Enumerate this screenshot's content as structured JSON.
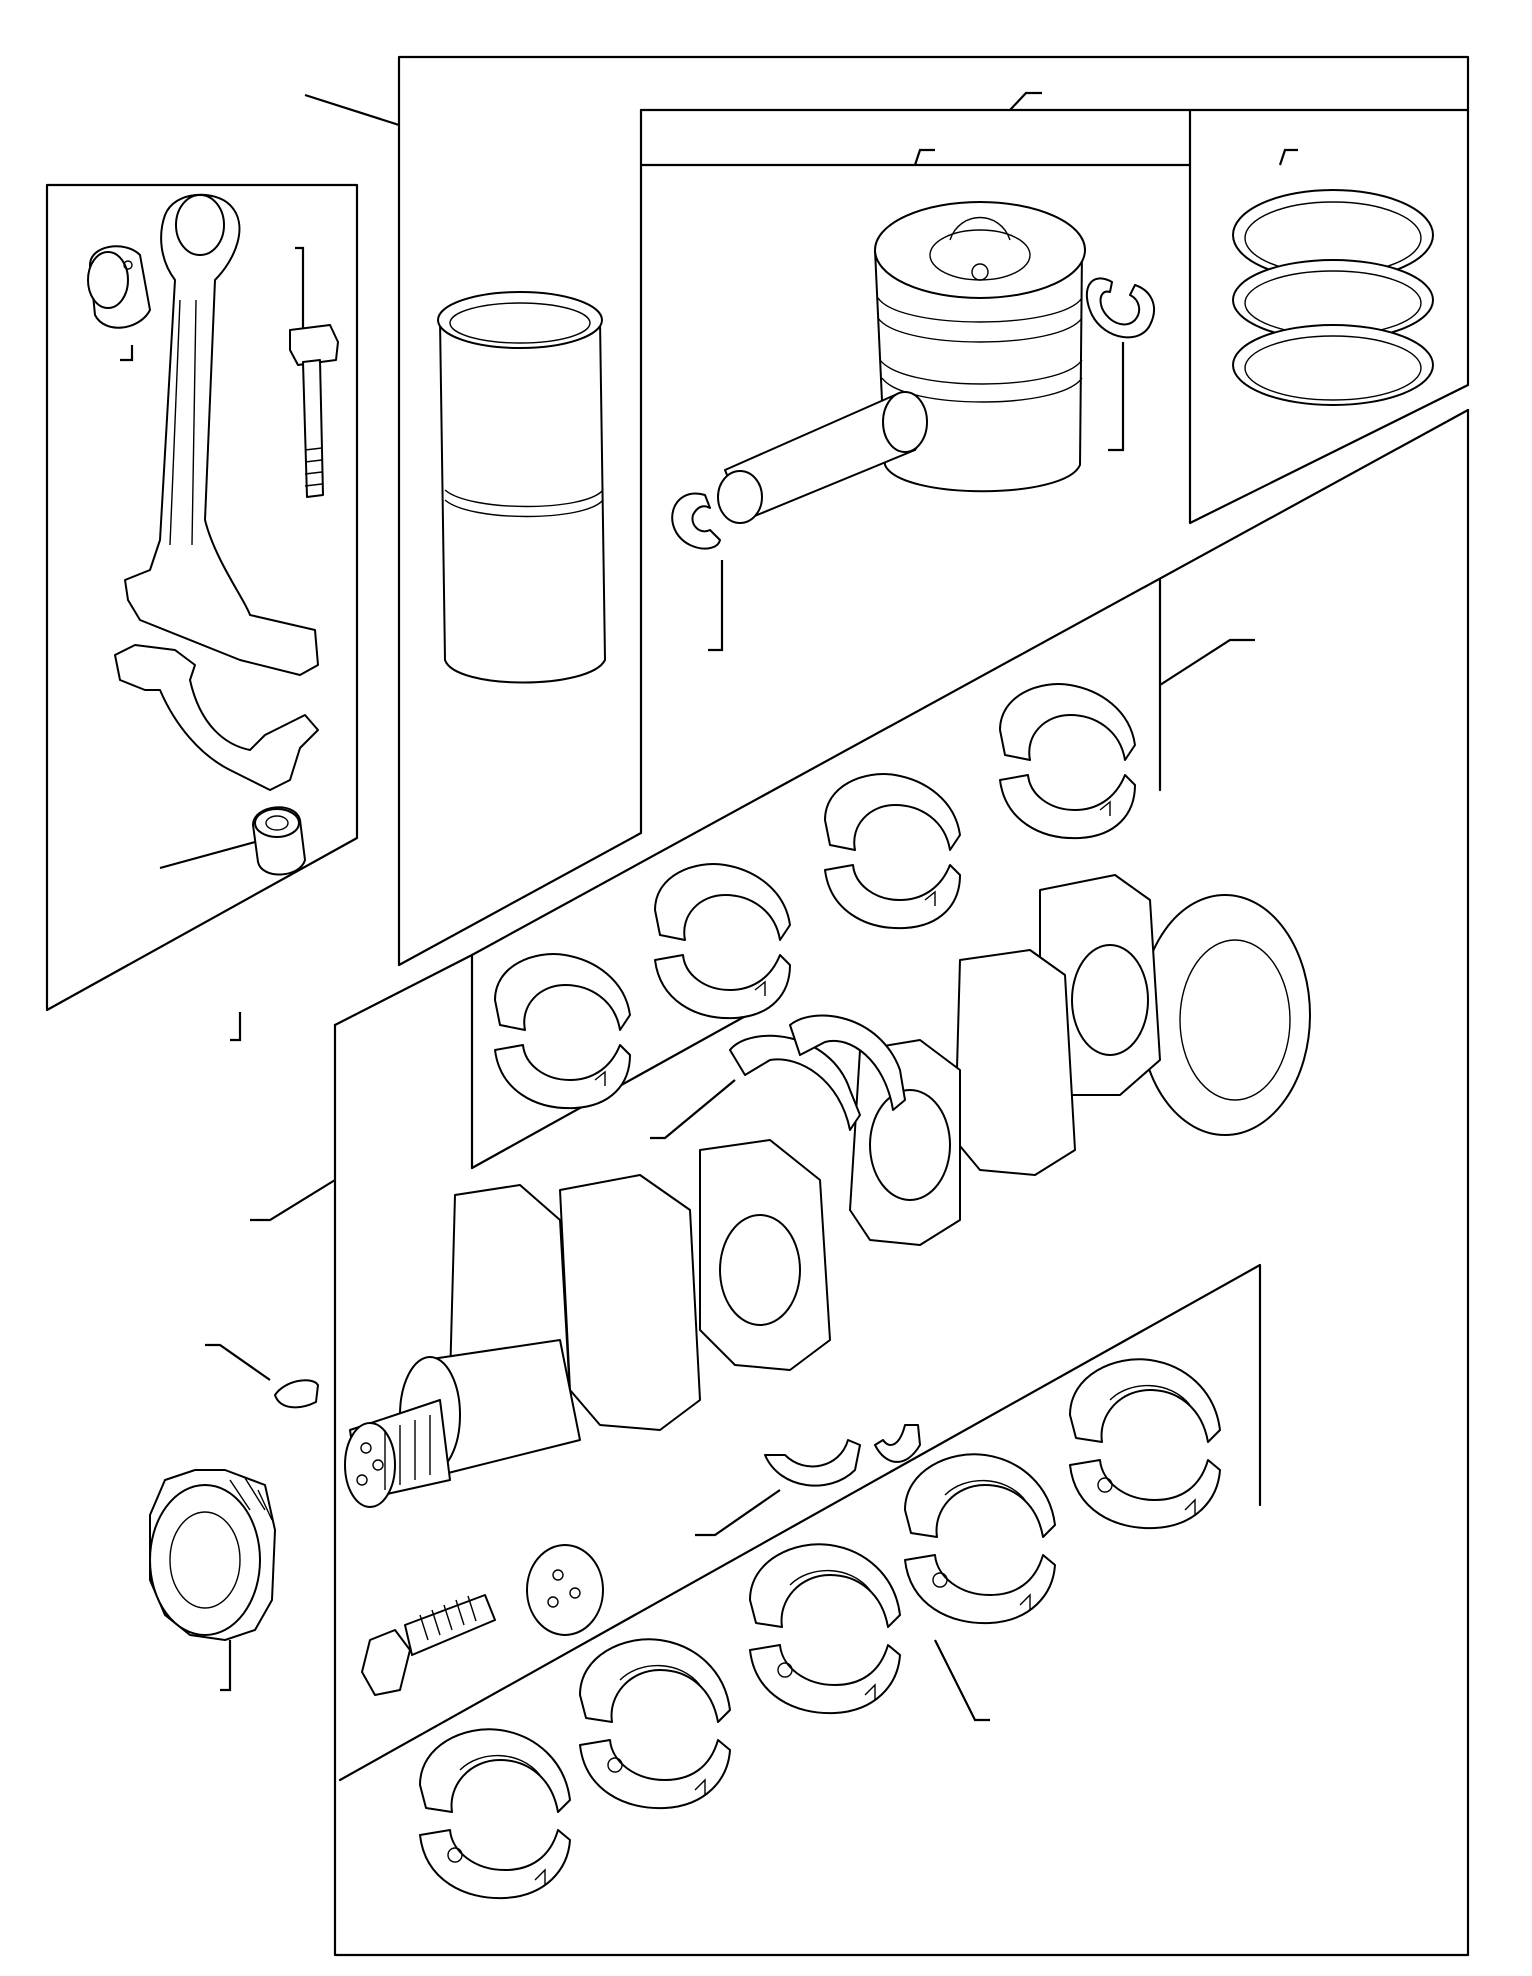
{
  "diagram": {
    "style": "exploded parts drawing (engine crankshaft, connecting rod, piston, liner and bearings)",
    "line_color": "#000000",
    "background": "#ffffff",
    "callout_numbers": []
  },
  "parts": [
    {
      "id": "connecting-rod",
      "name": "connecting rod"
    },
    {
      "id": "small-end-bush",
      "name": "small end bush"
    },
    {
      "id": "rod-bolt",
      "name": "connecting rod bolt"
    },
    {
      "id": "rod-nut",
      "name": "connecting rod nut"
    },
    {
      "id": "cylinder-liner",
      "name": "cylinder liner"
    },
    {
      "id": "piston",
      "name": "piston"
    },
    {
      "id": "gudgeon-pin",
      "name": "gudgeon pin"
    },
    {
      "id": "circlip-left",
      "name": "circlip"
    },
    {
      "id": "circlip-right",
      "name": "circlip"
    },
    {
      "id": "piston-rings",
      "name": "piston ring set"
    },
    {
      "id": "big-end-bearings",
      "name": "big end bearing shells"
    },
    {
      "id": "crankshaft",
      "name": "crankshaft"
    },
    {
      "id": "thrust-washers-upper",
      "name": "thrust washers"
    },
    {
      "id": "thrust-washers-lower",
      "name": "thrust washers"
    },
    {
      "id": "woodruff-key",
      "name": "key"
    },
    {
      "id": "crank-gear",
      "name": "crankshaft gear"
    },
    {
      "id": "flange-bolt",
      "name": "bolt"
    },
    {
      "id": "spigot-plug",
      "name": "plug"
    },
    {
      "id": "main-bearings",
      "name": "main bearing shells"
    }
  ]
}
